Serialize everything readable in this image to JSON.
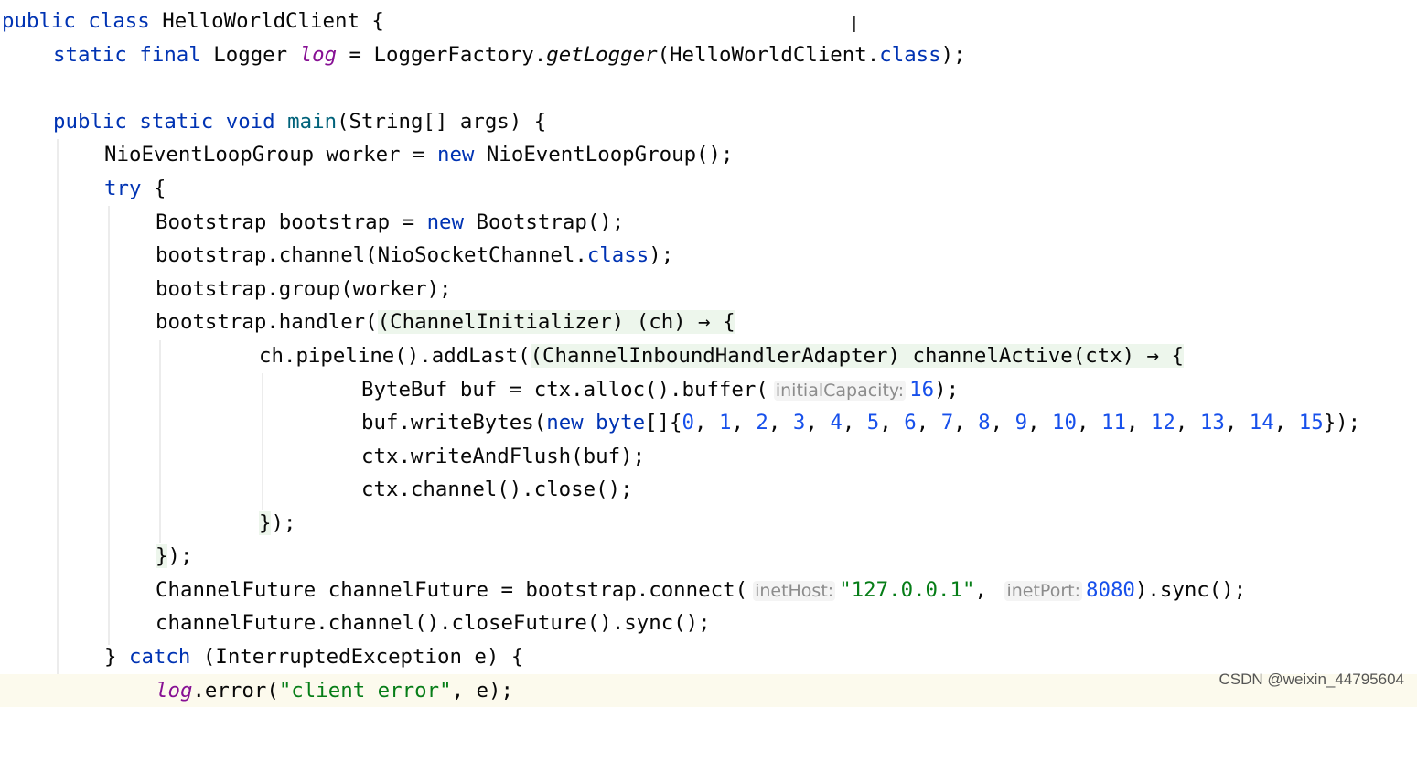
{
  "editor": {
    "hints": {
      "initial_capacity": "initialCapacity:",
      "inet_host": "inetHost:",
      "inet_port": "inetPort:"
    },
    "lines": [
      "public class HelloWorldClient {",
      "static final Logger log = LoggerFactory.getLogger(HelloWorldClient.class);",
      "",
      "public static void main(String[] args) {",
      "NioEventLoopGroup worker = new NioEventLoopGroup();",
      "try {",
      "Bootstrap bootstrap = new Bootstrap();",
      "bootstrap.channel(NioSocketChannel.class);",
      "bootstrap.group(worker);",
      "bootstrap.handler((ChannelInitializer) (ch) → {",
      "ch.pipeline().addLast((ChannelInboundHandlerAdapter) channelActive(ctx) → {",
      "ByteBuf buf = ctx.alloc().buffer(initialCapacity: 16);",
      "buf.writeBytes(new byte[]{0, 1, 2, 3, 4, 5, 6, 7, 8, 9, 10, 11, 12, 13, 14, 15});",
      "ctx.writeAndFlush(buf);",
      "ctx.channel().close();",
      "});",
      "});",
      "ChannelFuture channelFuture = bootstrap.connect(inetHost: \"127.0.0.1\", inetPort: 8080).sync();",
      "channelFuture.channel().closeFuture().sync();",
      "} catch (InterruptedException e) {",
      "log.error(\"client error\", e);"
    ]
  },
  "watermark": "CSDN @weixin_44795604",
  "colors": {
    "keyword": "#0033b3",
    "number": "#1750eb",
    "string": "#067d17",
    "field": "#871094",
    "hint_text": "#8c8c8c",
    "lambda_bg": "#edf6ec"
  }
}
